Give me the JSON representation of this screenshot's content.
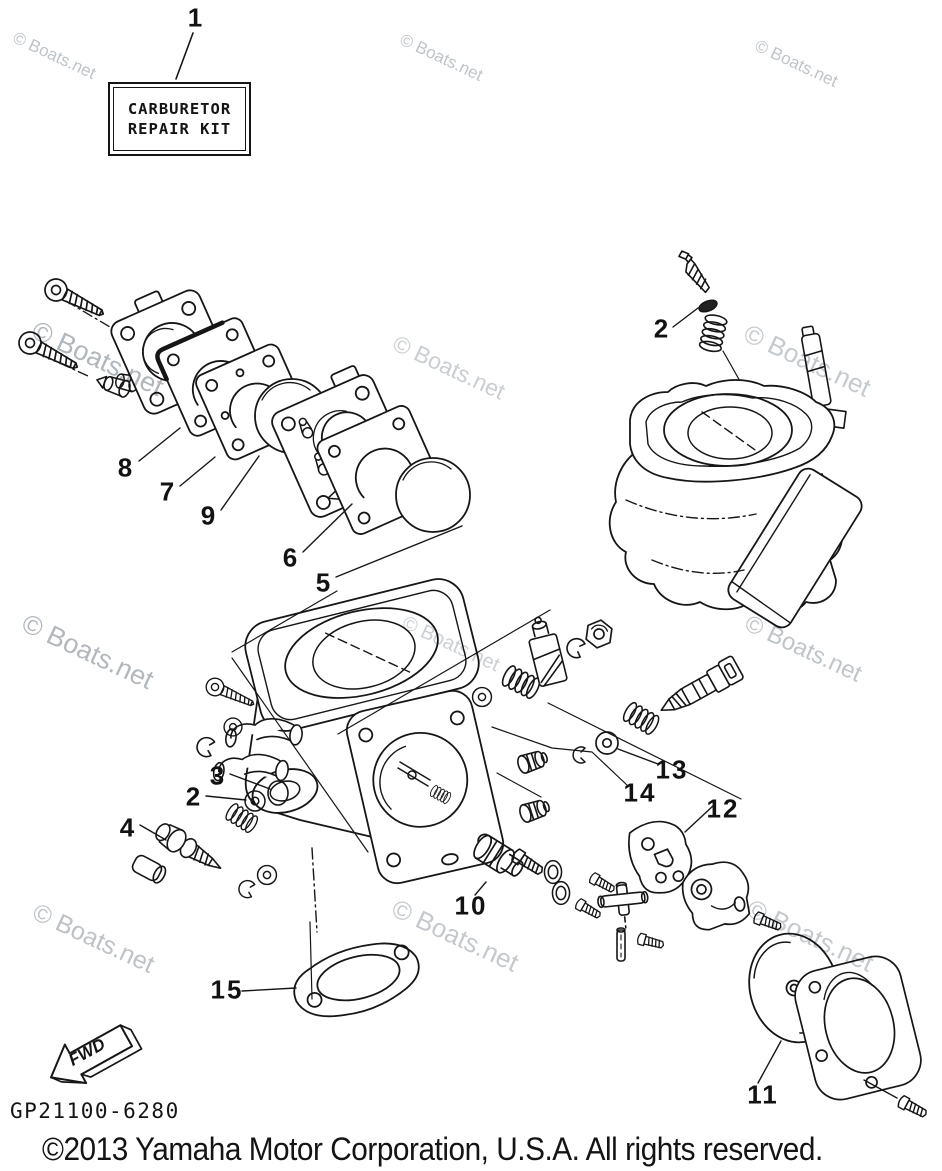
{
  "page": {
    "background": "#ffffff",
    "line_color": "#161616"
  },
  "label_box": {
    "line1": "CARBURETOR",
    "line2": "REPAIR KIT"
  },
  "callouts": [
    {
      "id": "c1",
      "label": "1"
    },
    {
      "id": "c2top",
      "label": "2"
    },
    {
      "id": "c8",
      "label": "8"
    },
    {
      "id": "c7",
      "label": "7"
    },
    {
      "id": "c9",
      "label": "9"
    },
    {
      "id": "c6",
      "label": "6"
    },
    {
      "id": "c5",
      "label": "5"
    },
    {
      "id": "c3",
      "label": "3"
    },
    {
      "id": "c2left",
      "label": "2"
    },
    {
      "id": "c4",
      "label": "4"
    },
    {
      "id": "c13",
      "label": "13"
    },
    {
      "id": "c14",
      "label": "14"
    },
    {
      "id": "c12",
      "label": "12"
    },
    {
      "id": "c10",
      "label": "10"
    },
    {
      "id": "c15",
      "label": "15"
    },
    {
      "id": "c11",
      "label": "11"
    }
  ],
  "fwd_label": "FWD",
  "part_code": "GP21100-6280",
  "copyright": "©2013 Yamaha Motor Corporation, U.S.A. All rights reserved.",
  "watermark": {
    "text": "© Boats.net"
  }
}
